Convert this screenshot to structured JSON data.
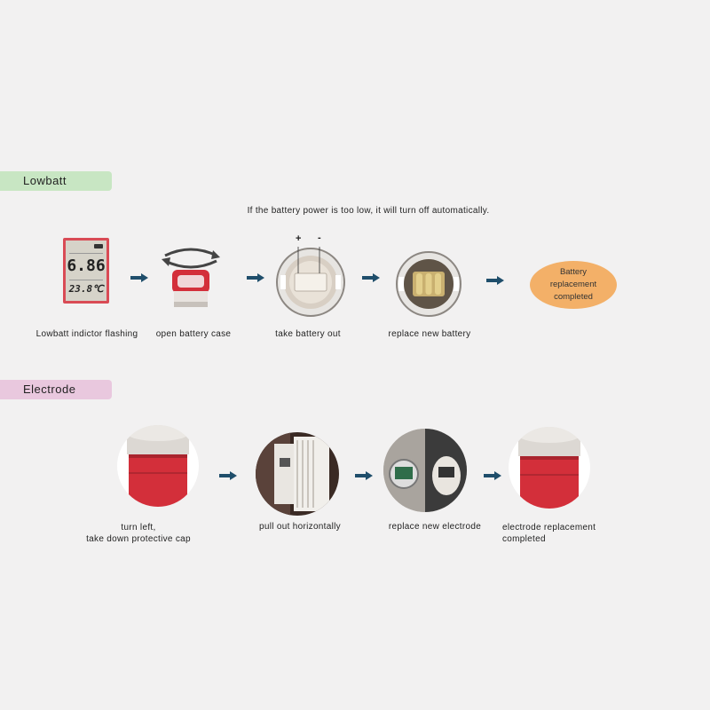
{
  "lowbatt": {
    "tag": "Lowbatt",
    "note": "If the battery power is too low, it will turn off automatically.",
    "lcd": {
      "value": "6.86",
      "temp": "23.8℃"
    },
    "polarity": {
      "plus": "+",
      "minus": "-"
    },
    "steps": [
      {
        "caption": "Lowbatt indictor flashing"
      },
      {
        "caption": "open battery case"
      },
      {
        "caption": "take battery out"
      },
      {
        "caption": "replace new battery"
      }
    ],
    "result": "Battery replacement completed"
  },
  "electrode": {
    "tag": "Electrode",
    "steps": [
      {
        "caption_line1": "turn left,",
        "caption_line2": "take down protective cap"
      },
      {
        "caption_line1": "pull out horizontally"
      },
      {
        "caption_line1": "replace new electrode"
      },
      {
        "caption_line1": "electrode replacement",
        "caption_line2": "completed"
      }
    ]
  },
  "colors": {
    "background": "#f2f1f1",
    "lowbatt_tag": "#c8e6c3",
    "electrode_tag": "#e9c8de",
    "arrow": "#1f4e6b",
    "result_oval": "#f3b068",
    "red_cap": "#d32f3a"
  }
}
